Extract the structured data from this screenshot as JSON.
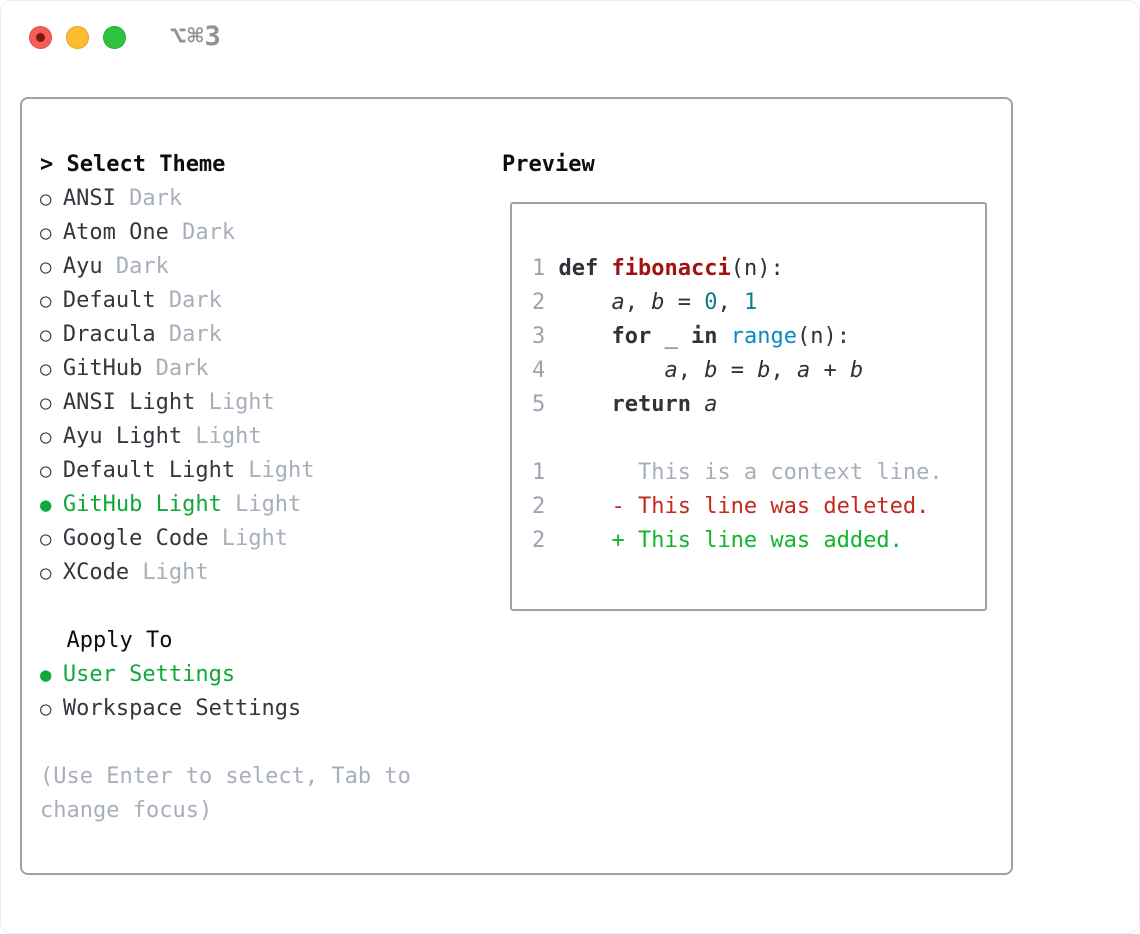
{
  "window": {
    "title": "⌥⌘3",
    "traffic_lights": {
      "close": "close-button-with-unsaved-dot",
      "minimize": "minimize-button",
      "zoom": "zoom-button"
    }
  },
  "theme_panel": {
    "header_marker": ">",
    "header_label": "Select Theme",
    "unselected_marker": "○",
    "selected_marker": "●",
    "items": [
      {
        "name": "ANSI",
        "variant": "Dark",
        "selected": false
      },
      {
        "name": "Atom One",
        "variant": "Dark",
        "selected": false
      },
      {
        "name": "Ayu",
        "variant": "Dark",
        "selected": false
      },
      {
        "name": "Default",
        "variant": "Dark",
        "selected": false
      },
      {
        "name": "Dracula",
        "variant": "Dark",
        "selected": false
      },
      {
        "name": "GitHub",
        "variant": "Dark",
        "selected": false
      },
      {
        "name": "ANSI Light",
        "variant": "Light",
        "selected": false
      },
      {
        "name": "Ayu Light",
        "variant": "Light",
        "selected": false
      },
      {
        "name": "Default Light",
        "variant": "Light",
        "selected": false
      },
      {
        "name": "GitHub Light",
        "variant": "Light",
        "selected": true
      },
      {
        "name": "Google Code",
        "variant": "Light",
        "selected": false
      },
      {
        "name": "XCode",
        "variant": "Light",
        "selected": false
      }
    ]
  },
  "apply_to": {
    "label": "Apply To",
    "options": [
      {
        "name": "User Settings",
        "selected": true
      },
      {
        "name": "Workspace Settings",
        "selected": false
      }
    ]
  },
  "help_lines": [
    "(Use Enter to select, Tab to",
    "change focus)"
  ],
  "preview": {
    "label": "Preview",
    "lines": [
      {
        "num": "1",
        "tokens": [
          {
            "t": "def ",
            "c": "kw"
          },
          {
            "t": "fibonacci",
            "c": "func"
          },
          {
            "t": "(n):",
            "c": "code"
          }
        ]
      },
      {
        "num": "2",
        "tokens": [
          {
            "t": "    ",
            "c": "code"
          },
          {
            "t": "a",
            "c": "var"
          },
          {
            "t": ", ",
            "c": "code"
          },
          {
            "t": "b",
            "c": "var"
          },
          {
            "t": " = ",
            "c": "code"
          },
          {
            "t": "0",
            "c": "num"
          },
          {
            "t": ", ",
            "c": "code"
          },
          {
            "t": "1",
            "c": "num"
          }
        ]
      },
      {
        "num": "3",
        "tokens": [
          {
            "t": "    ",
            "c": "code"
          },
          {
            "t": "for",
            "c": "kw"
          },
          {
            "t": " _ ",
            "c": "code"
          },
          {
            "t": "in",
            "c": "kw"
          },
          {
            "t": " ",
            "c": "code"
          },
          {
            "t": "range",
            "c": "builtin"
          },
          {
            "t": "(n):",
            "c": "code"
          }
        ]
      },
      {
        "num": "4",
        "tokens": [
          {
            "t": "        ",
            "c": "code"
          },
          {
            "t": "a",
            "c": "var"
          },
          {
            "t": ", ",
            "c": "code"
          },
          {
            "t": "b",
            "c": "var"
          },
          {
            "t": " = ",
            "c": "code"
          },
          {
            "t": "b",
            "c": "var"
          },
          {
            "t": ", ",
            "c": "code"
          },
          {
            "t": "a",
            "c": "var"
          },
          {
            "t": " + ",
            "c": "code"
          },
          {
            "t": "b",
            "c": "var"
          }
        ]
      },
      {
        "num": "5",
        "tokens": [
          {
            "t": "    ",
            "c": "code"
          },
          {
            "t": "return",
            "c": "kw"
          },
          {
            "t": " ",
            "c": "code"
          },
          {
            "t": "a",
            "c": "var"
          }
        ]
      },
      {
        "num": "",
        "tokens": []
      },
      {
        "num": "1",
        "tokens": [
          {
            "t": "      This is a context line.",
            "c": "ctx"
          }
        ]
      },
      {
        "num": "2",
        "tokens": [
          {
            "t": "    - This line was deleted.",
            "c": "del"
          }
        ]
      },
      {
        "num": "2",
        "tokens": [
          {
            "t": "    + This line was added.",
            "c": "add"
          }
        ]
      }
    ]
  },
  "colors": {
    "border": "#9aa2ac",
    "title": "#8e9399",
    "black": "#0b0d0f",
    "text": "#33383e",
    "muted": "#a7afba",
    "green": "#0fa83a",
    "add": "#12b42c",
    "del": "#c22a1c",
    "func": "#a31212",
    "num": "#0b8085",
    "builtin": "#0d87c1",
    "code": "#2e3338",
    "lnum": "#9aa4b0",
    "traffic_red": "#f35f57",
    "traffic_yellow": "#fbbd2e",
    "traffic_green": "#2ec23e"
  }
}
